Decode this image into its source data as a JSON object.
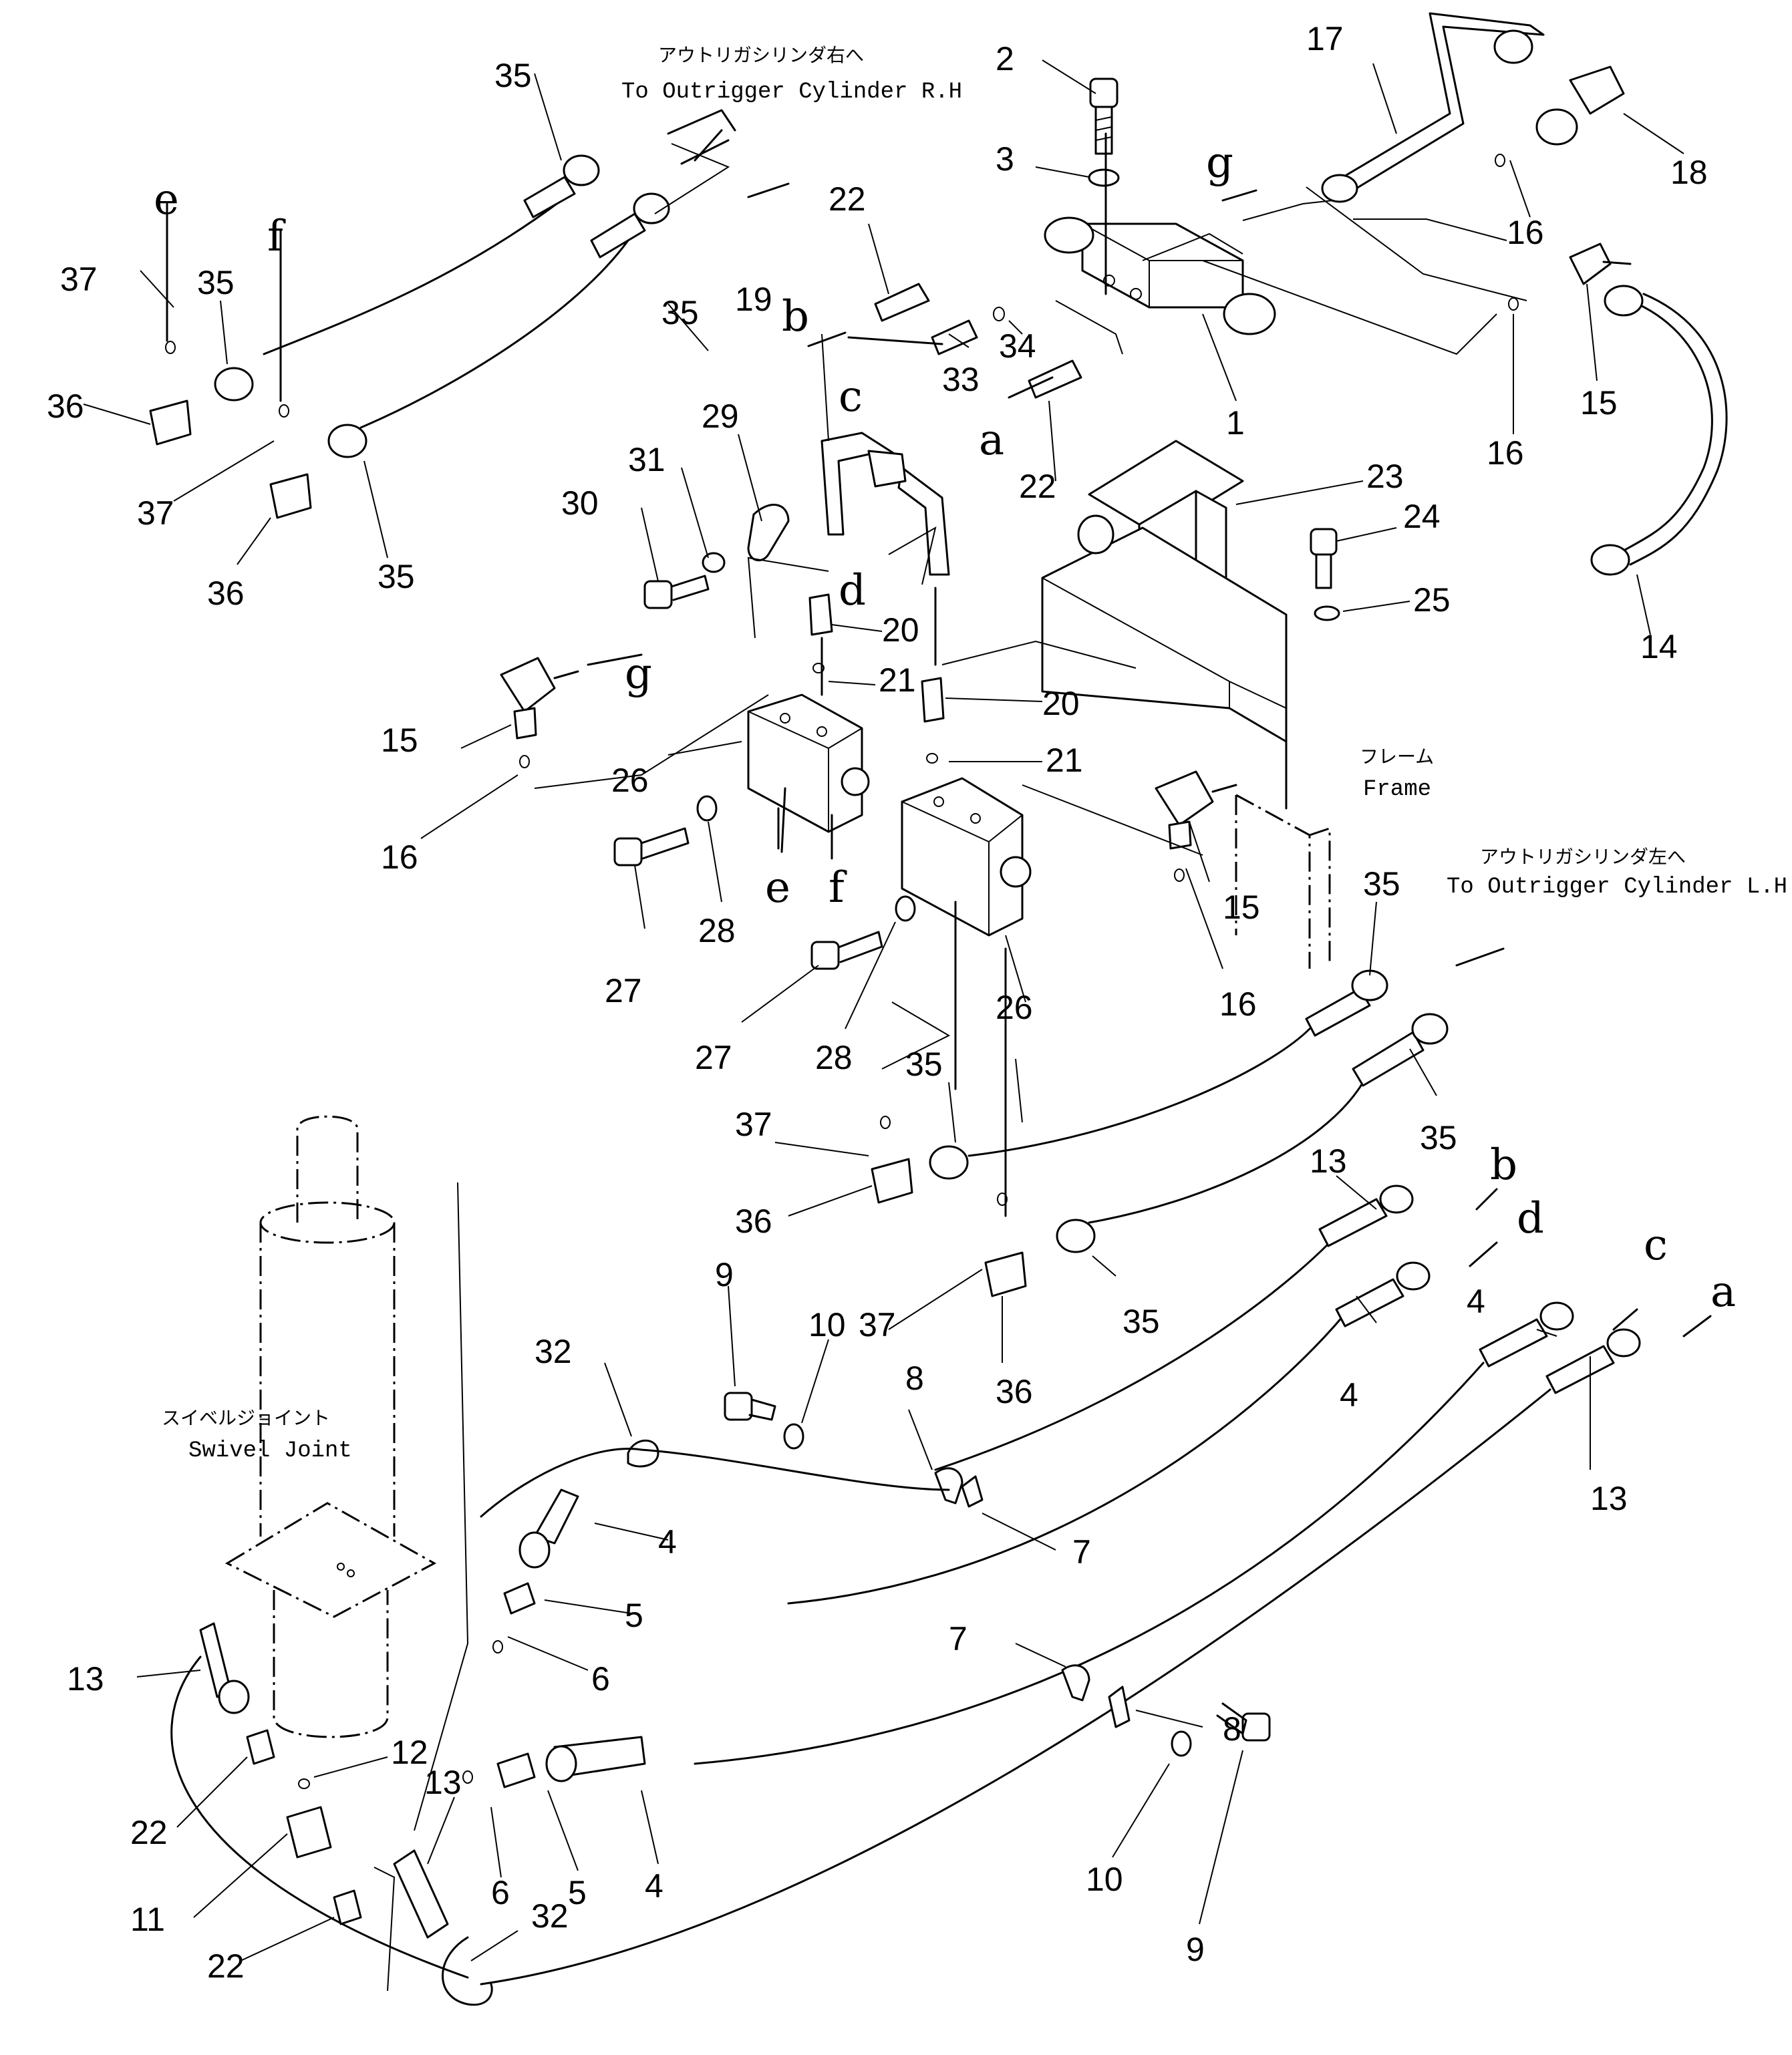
{
  "captions": {
    "outrigger_rh_jp": "アウトリガシリンダ右へ",
    "outrigger_rh_en": "To Outrigger Cylinder R.H",
    "outrigger_lh_jp": "アウトリガシリンダ左へ",
    "outrigger_lh_en": "To Outrigger Cylinder L.H",
    "frame_jp": "フレーム",
    "frame_en": "Frame",
    "swivel_jp": "スイベルジョイント",
    "swivel_en": "Swivel Joint"
  },
  "part_numbers": [
    "1",
    "2",
    "3",
    "4",
    "5",
    "6",
    "7",
    "8",
    "9",
    "10",
    "11",
    "12",
    "13",
    "14",
    "15",
    "16",
    "17",
    "18",
    "19",
    "20",
    "21",
    "22",
    "23",
    "24",
    "25",
    "26",
    "27",
    "28",
    "29",
    "30",
    "31",
    "32",
    "33",
    "34",
    "35",
    "36",
    "37"
  ],
  "connection_letters": [
    "a",
    "b",
    "c",
    "d",
    "e",
    "f",
    "g"
  ],
  "callouts": [
    {
      "id": "c-17",
      "text": "17"
    },
    {
      "id": "c-2",
      "text": "2"
    },
    {
      "id": "c-3",
      "text": "3"
    },
    {
      "id": "c-18",
      "text": "18"
    },
    {
      "id": "c-16a",
      "text": "16"
    },
    {
      "id": "c-22a",
      "text": "22"
    },
    {
      "id": "c-19",
      "text": "19"
    },
    {
      "id": "c-33",
      "text": "33"
    },
    {
      "id": "c-34",
      "text": "34"
    },
    {
      "id": "c-1",
      "text": "1"
    },
    {
      "id": "c-15a",
      "text": "15"
    },
    {
      "id": "c-16b",
      "text": "16"
    },
    {
      "id": "c-22b",
      "text": "22"
    },
    {
      "id": "c-23",
      "text": "23"
    },
    {
      "id": "c-24",
      "text": "24"
    },
    {
      "id": "c-25",
      "text": "25"
    },
    {
      "id": "c-14",
      "text": "14"
    },
    {
      "id": "c-29",
      "text": "29"
    },
    {
      "id": "c-31",
      "text": "31"
    },
    {
      "id": "c-30",
      "text": "30"
    },
    {
      "id": "c-20a",
      "text": "20"
    },
    {
      "id": "c-21a",
      "text": "21"
    },
    {
      "id": "c-20b",
      "text": "20"
    },
    {
      "id": "c-21b",
      "text": "21"
    },
    {
      "id": "c-15b",
      "text": "15"
    },
    {
      "id": "c-16c",
      "text": "16"
    },
    {
      "id": "c-26a",
      "text": "26"
    },
    {
      "id": "c-27a",
      "text": "27"
    },
    {
      "id": "c-28a",
      "text": "28"
    },
    {
      "id": "c-27b",
      "text": "27"
    },
    {
      "id": "c-28b",
      "text": "28"
    },
    {
      "id": "c-26b",
      "text": "26"
    },
    {
      "id": "c-15c",
      "text": "15"
    },
    {
      "id": "c-16d",
      "text": "16"
    },
    {
      "id": "c-35a",
      "text": "35"
    },
    {
      "id": "c-35b",
      "text": "35"
    },
    {
      "id": "c-35c",
      "text": "35"
    },
    {
      "id": "c-35d",
      "text": "35"
    },
    {
      "id": "c-37a",
      "text": "37"
    },
    {
      "id": "c-37b",
      "text": "37"
    },
    {
      "id": "c-36a",
      "text": "36"
    },
    {
      "id": "c-36b",
      "text": "36"
    },
    {
      "id": "c-35e",
      "text": "35"
    },
    {
      "id": "c-35f",
      "text": "35"
    },
    {
      "id": "c-35g",
      "text": "35"
    },
    {
      "id": "c-35h",
      "text": "35"
    },
    {
      "id": "c-37c",
      "text": "37"
    },
    {
      "id": "c-37d",
      "text": "37"
    },
    {
      "id": "c-36c",
      "text": "36"
    },
    {
      "id": "c-36d",
      "text": "36"
    },
    {
      "id": "c-13a",
      "text": "13"
    },
    {
      "id": "c-4a",
      "text": "4"
    },
    {
      "id": "c-4b",
      "text": "4"
    },
    {
      "id": "c-13b",
      "text": "13"
    },
    {
      "id": "c-9a",
      "text": "9"
    },
    {
      "id": "c-10a",
      "text": "10"
    },
    {
      "id": "c-32a",
      "text": "32"
    },
    {
      "id": "c-8a",
      "text": "8"
    },
    {
      "id": "c-7a",
      "text": "7"
    },
    {
      "id": "c-4c",
      "text": "4"
    },
    {
      "id": "c-5a",
      "text": "5"
    },
    {
      "id": "c-6a",
      "text": "6"
    },
    {
      "id": "c-7b",
      "text": "7"
    },
    {
      "id": "c-8b",
      "text": "8"
    },
    {
      "id": "c-10b",
      "text": "10"
    },
    {
      "id": "c-9b",
      "text": "9"
    },
    {
      "id": "c-13c",
      "text": "13"
    },
    {
      "id": "c-12",
      "text": "12"
    },
    {
      "id": "c-22c",
      "text": "22"
    },
    {
      "id": "c-11",
      "text": "11"
    },
    {
      "id": "c-22d",
      "text": "22"
    },
    {
      "id": "c-13d",
      "text": "13"
    },
    {
      "id": "c-32b",
      "text": "32"
    },
    {
      "id": "c-6b",
      "text": "6"
    },
    {
      "id": "c-5b",
      "text": "5"
    },
    {
      "id": "c-4d",
      "text": "4"
    }
  ],
  "letters": [
    {
      "id": "l-g1",
      "text": "g"
    },
    {
      "id": "l-b1",
      "text": "b"
    },
    {
      "id": "l-c1",
      "text": "c"
    },
    {
      "id": "l-a1",
      "text": "a"
    },
    {
      "id": "l-d1",
      "text": "d"
    },
    {
      "id": "l-e1",
      "text": "e"
    },
    {
      "id": "l-f1",
      "text": "f"
    },
    {
      "id": "l-g2",
      "text": "g"
    },
    {
      "id": "l-e2",
      "text": "e"
    },
    {
      "id": "l-f2",
      "text": "f"
    },
    {
      "id": "l-b2",
      "text": "b"
    },
    {
      "id": "l-d2",
      "text": "d"
    },
    {
      "id": "l-c2",
      "text": "c"
    },
    {
      "id": "l-a2",
      "text": "a"
    }
  ]
}
